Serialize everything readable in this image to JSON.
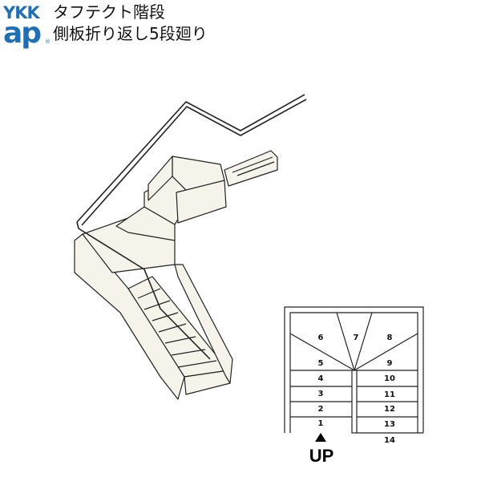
{
  "brand": {
    "top": "YKK",
    "bottom": "ap",
    "reg": "®",
    "color": "#1d6fb8"
  },
  "title": {
    "line1": "タフテクト階段",
    "line2": "側板折り返し5段廻り"
  },
  "plan": {
    "left_flight": [
      "1",
      "2",
      "3",
      "4",
      "5"
    ],
    "winders": [
      "6",
      "7",
      "8"
    ],
    "right_flight": [
      "9",
      "10",
      "11",
      "12",
      "13",
      "14"
    ],
    "up_label": "UP"
  },
  "colors": {
    "line": "#222222",
    "stair_fill": "#f6f3ea"
  }
}
